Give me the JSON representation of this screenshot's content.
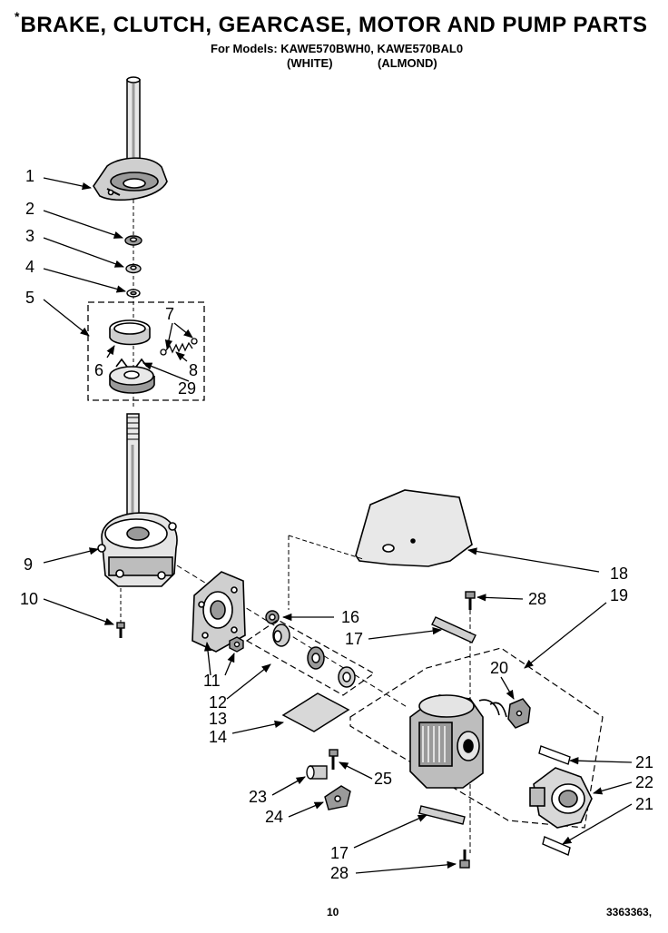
{
  "header": {
    "star": "*",
    "title": "BRAKE, CLUTCH, GEARCASE, MOTOR AND PUMP PARTS",
    "models_line": "For Models: KAWE570BWH0, KAWE570BAL0",
    "color_white": "(WHITE)",
    "color_almond": "(ALMOND)"
  },
  "callouts": [
    "1",
    "2",
    "3",
    "4",
    "5",
    "6",
    "7",
    "8",
    "29",
    "9",
    "10",
    "18",
    "28",
    "19",
    "16",
    "17",
    "20",
    "11",
    "12",
    "13",
    "14",
    "21",
    "22",
    "21",
    "25",
    "23",
    "24",
    "17",
    "28"
  ],
  "footer": {
    "page_number": "10",
    "doc_number": "3363363,"
  },
  "colors": {
    "ink": "#000000",
    "paper": "#ffffff",
    "shade": "#9a9a9a",
    "light": "#d8d8d8"
  }
}
